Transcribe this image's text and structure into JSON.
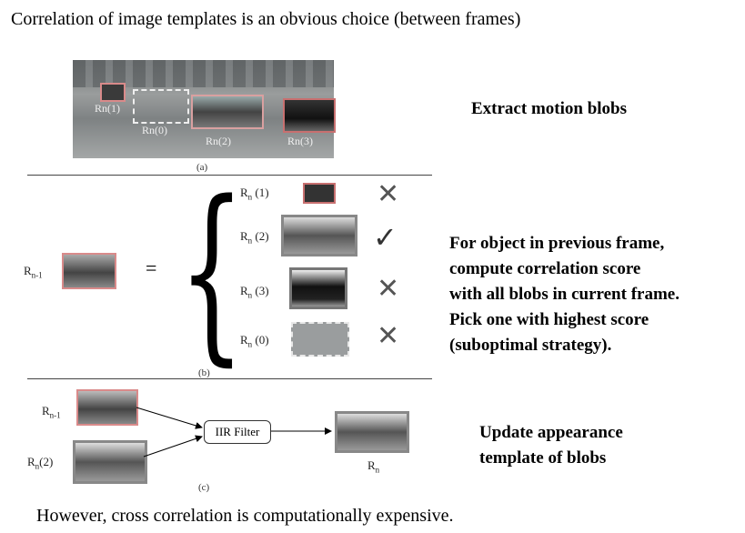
{
  "title": "Correlation of image templates is an obvious choice (between frames)",
  "footer": "However, cross correlation is computationally expensive.",
  "steps": {
    "extract": "Extract motion blobs",
    "correlate": [
      "For object in previous frame,",
      "compute correlation score",
      "with all blobs in current frame.",
      "Pick one with highest score",
      "(suboptimal strategy)."
    ],
    "update": [
      "Update appearance",
      "template of blobs"
    ]
  },
  "figure": {
    "panel_a": {
      "caption": "(a)",
      "labels": {
        "rn1": "Rn(1)",
        "rn0": "Rn(0)",
        "rn2": "Rn(2)",
        "rn3": "Rn(3)"
      }
    },
    "panel_b": {
      "caption": "(b)",
      "lhs_main": "R",
      "lhs_sub": "n-1",
      "equals": "=",
      "rows": [
        {
          "main": "R",
          "sub": "n",
          "idx": "(1)",
          "mark": "✕"
        },
        {
          "main": "R",
          "sub": "n",
          "idx": "(2)",
          "mark": "✓"
        },
        {
          "main": "R",
          "sub": "n",
          "idx": "(3)",
          "mark": "✕"
        },
        {
          "main": "R",
          "sub": "n",
          "idx": "(0)",
          "mark": "✕"
        }
      ]
    },
    "panel_c": {
      "caption": "(c)",
      "in1_main": "R",
      "in1_sub": "n-1",
      "in2_main": "R",
      "in2_sub": "n",
      "in2_idx": "(2)",
      "filter": "IIR Filter",
      "out_main": "R",
      "out_sub": "n"
    }
  }
}
